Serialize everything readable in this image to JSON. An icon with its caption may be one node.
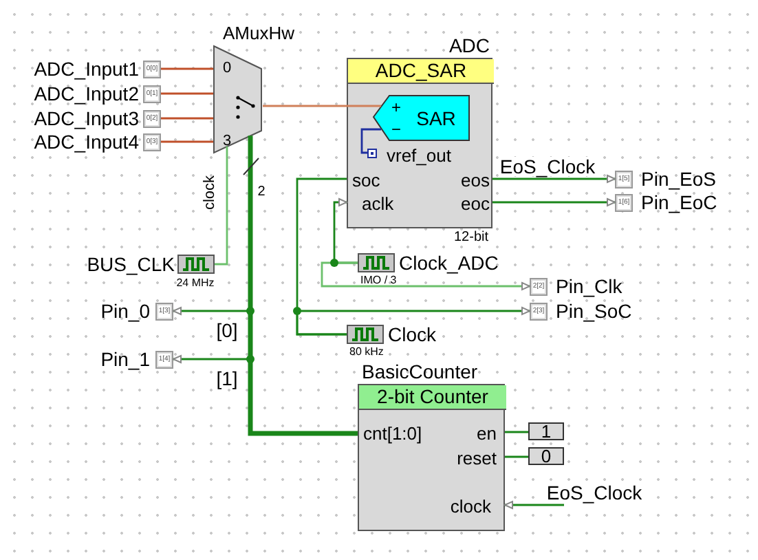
{
  "diagram": {
    "nodes": [
      {
        "text": [
          "ADC_Input1",
          "0[0]"
        ]
      },
      {
        "text": [
          "ADC_Input2",
          "0[1]"
        ]
      },
      {
        "text": [
          "ADC_Input3",
          "0[2]"
        ]
      },
      {
        "text": [
          "ADC_Input4",
          "0[3]"
        ]
      },
      {
        "text": [
          "AMuxHw",
          "0",
          "3",
          "clock"
        ]
      },
      {
        "text": [
          "ADC",
          "ADC_SAR",
          "soc",
          "aclk",
          "eos",
          "eoc",
          "12-bit"
        ]
      },
      {
        "text": [
          "SAR",
          "+",
          "−"
        ],
        "in": 5
      },
      {
        "text": [
          "vref_out"
        ],
        "in": 5
      },
      {
        "text": [
          "1[5]",
          "Pin_EoS"
        ]
      },
      {
        "text": [
          "1[6]",
          "Pin_EoC"
        ]
      },
      {
        "text": [
          "BUS_CLK",
          "24 MHz"
        ]
      },
      {
        "text": [
          "Clock_ADC",
          "IMO / 3"
        ]
      },
      {
        "text": [
          "2[2]",
          "Pin_Clk"
        ]
      },
      {
        "text": [
          "2[3]",
          "Pin_SoC"
        ]
      },
      {
        "text": [
          "Pin_0",
          "1[3]"
        ]
      },
      {
        "text": [
          "Clock",
          "80 kHz"
        ]
      },
      {
        "text": [
          "Pin_1",
          "1[4]"
        ]
      },
      {
        "text": [
          "BasicCounter",
          "2-bit Counter",
          "cnt[1:0]",
          "en",
          "reset",
          "clock"
        ]
      },
      {
        "text": [
          "1"
        ]
      },
      {
        "text": [
          "0"
        ]
      }
    ],
    "edges": [
      {
        "from": 0,
        "to": 4,
        "arrow": "none",
        "color": "#c0502a"
      },
      {
        "from": 1,
        "to": 4,
        "arrow": "none",
        "color": "#c0502a"
      },
      {
        "from": 2,
        "to": 4,
        "arrow": "none",
        "color": "#c0502a"
      },
      {
        "from": 3,
        "to": 4,
        "arrow": "none",
        "color": "#c0502a"
      },
      {
        "from": 4,
        "to": 6,
        "arrow": "none",
        "color": "#d0805a"
      },
      {
        "from": 6,
        "to": 7,
        "arrow": "none",
        "color": "#1f2f9f"
      },
      {
        "from": 5,
        "to": 8,
        "arrow": "to",
        "label": "EoS_Clock"
      },
      {
        "from": 5,
        "to": 9,
        "arrow": "to"
      },
      {
        "from": 10,
        "to": 4,
        "arrow": "none",
        "color": "#6cc06c"
      },
      {
        "from": 11,
        "to": 5,
        "arrow": "to"
      },
      {
        "from": 11,
        "to": 12,
        "arrow": "to",
        "color": "#6cc06c"
      },
      {
        "from": 15,
        "to": 5,
        "arrow": "none"
      },
      {
        "from": 15,
        "to": 13,
        "arrow": "to"
      },
      {
        "from": 17,
        "to": 4,
        "arrow": "none",
        "style": "thick",
        "label": "2"
      },
      {
        "from": 17,
        "to": 14,
        "arrow": "to",
        "label": "[0]"
      },
      {
        "from": 17,
        "to": 16,
        "arrow": "to",
        "label": "[1]"
      },
      {
        "from": 18,
        "to": 17,
        "arrow": "none"
      },
      {
        "from": 19,
        "to": 17,
        "arrow": "none"
      },
      {
        "from": null,
        "to": 17,
        "arrow": "to",
        "label": "EoS_Clock"
      }
    ]
  }
}
